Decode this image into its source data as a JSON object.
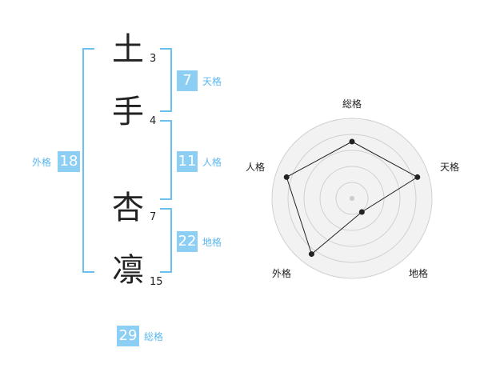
{
  "name_chars": [
    {
      "char": "土",
      "strokes": "3"
    },
    {
      "char": "手",
      "strokes": "4"
    },
    {
      "char": "杏",
      "strokes": "7"
    },
    {
      "char": "凛",
      "strokes": "15"
    }
  ],
  "fortunes": {
    "tenkaku": {
      "value": "7",
      "label": "天格"
    },
    "jinkaku": {
      "value": "11",
      "label": "人格"
    },
    "chikaku": {
      "value": "22",
      "label": "地格"
    },
    "gaikaku": {
      "value": "18",
      "label": "外格"
    },
    "soukaku": {
      "value": "29",
      "label": "総格"
    }
  },
  "chart_data": {
    "type": "radar",
    "axes": [
      "総格",
      "天格",
      "地格",
      "外格",
      "人格"
    ],
    "values": [
      0.71,
      0.86,
      0.21,
      0.86,
      0.86
    ],
    "range": [
      0,
      1
    ],
    "rings": 5,
    "colors": {
      "ring_fill": "#f2f2f2",
      "ring_stroke": "#d0d0d0",
      "line": "#222222",
      "point": "#222222"
    }
  }
}
